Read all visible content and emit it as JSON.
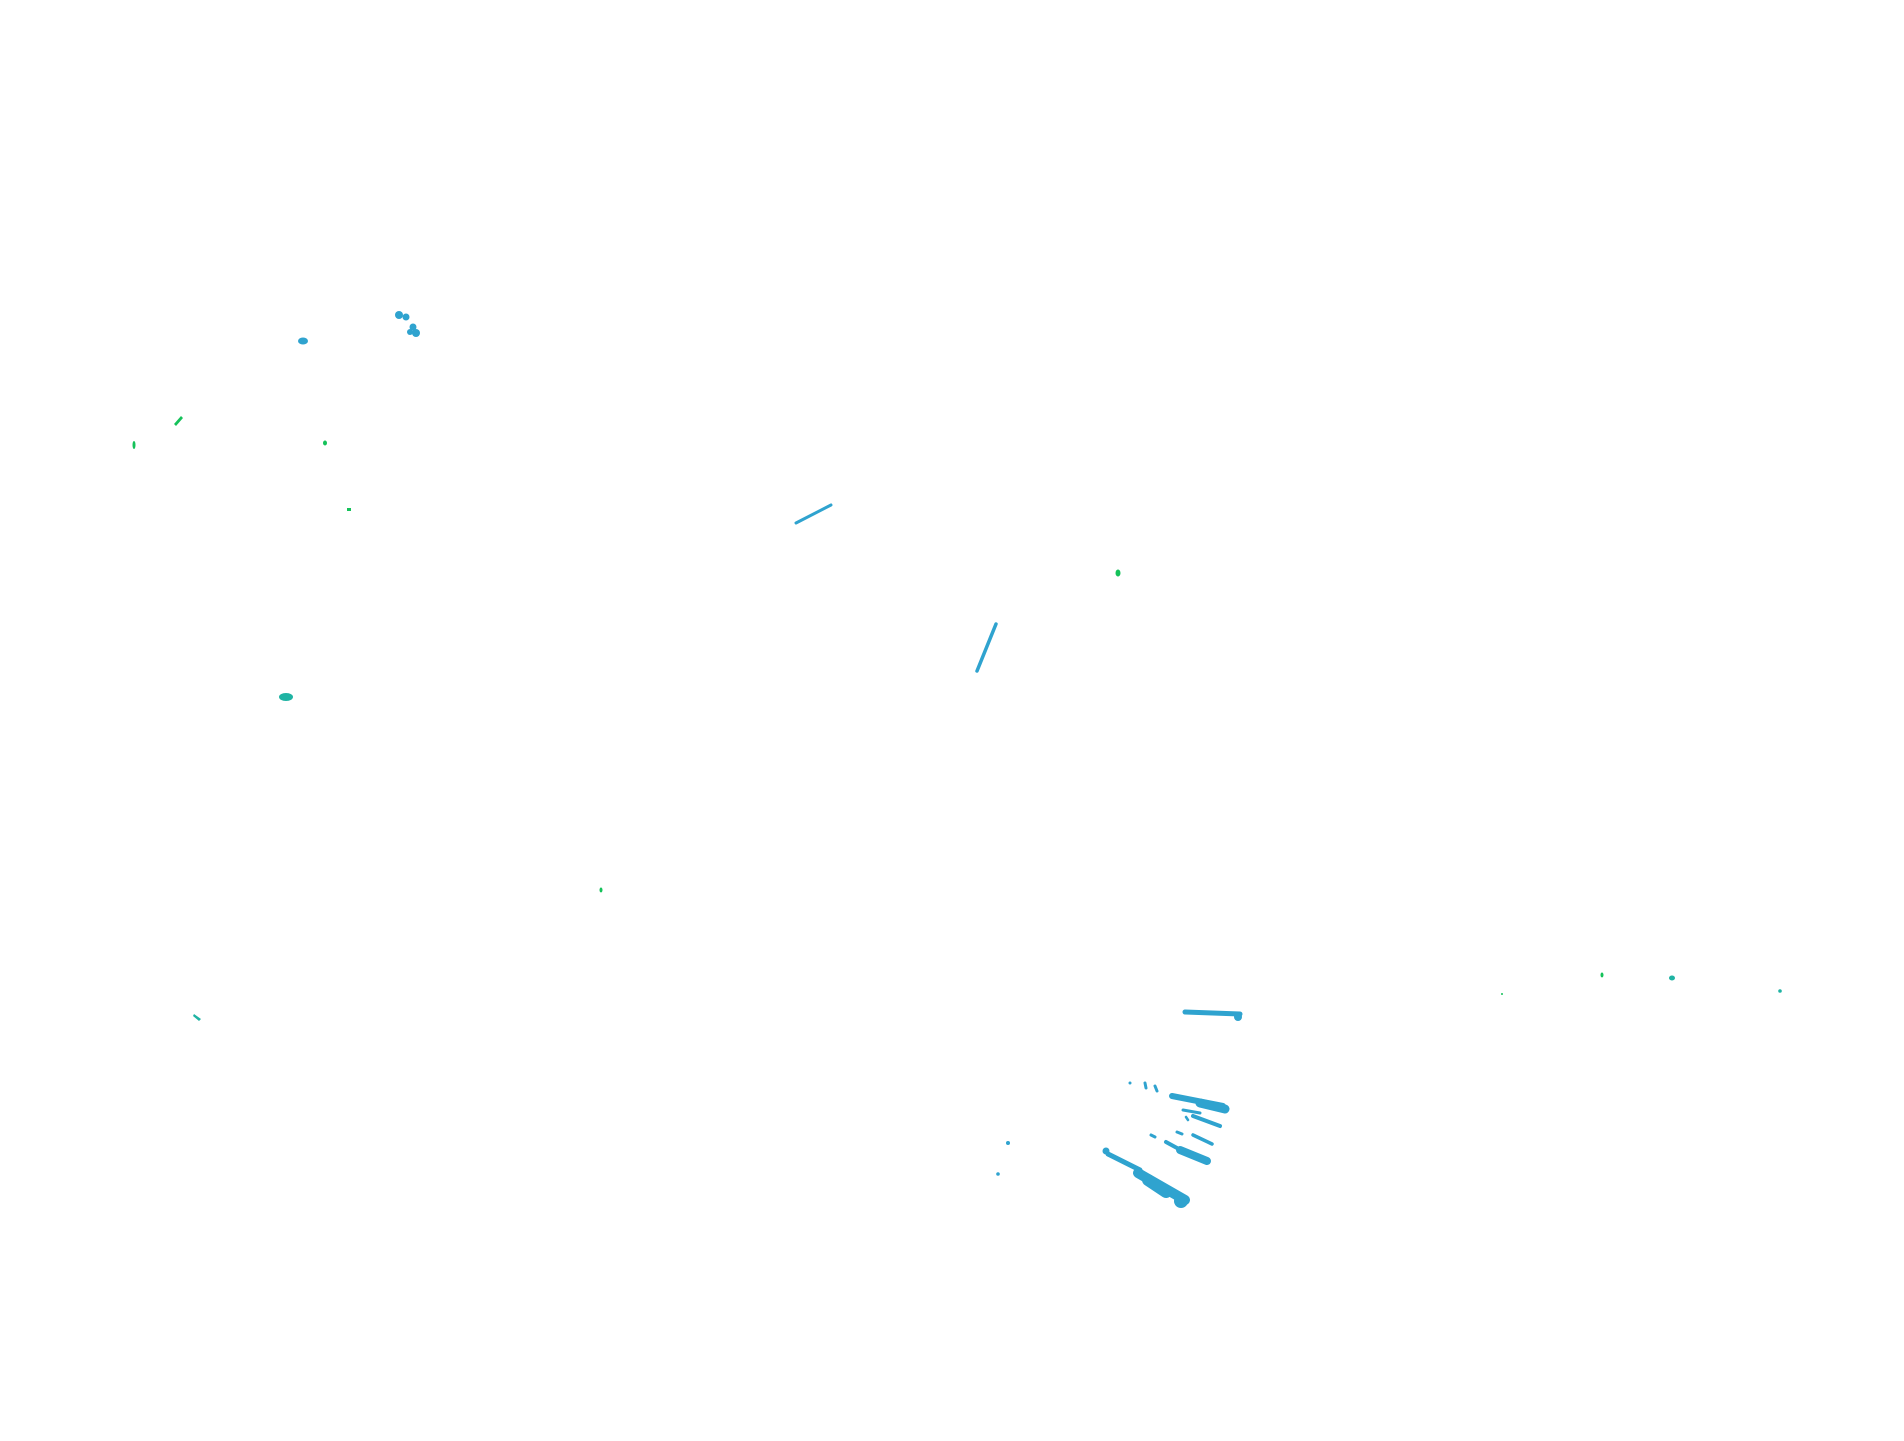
{
  "colors": {
    "background": "#ffffff",
    "blue": "#2fa3cf",
    "teal": "#1fb3a3",
    "green": "#15c25a"
  },
  "marks": [
    {
      "group": "blue-speck",
      "color": "blue"
    },
    {
      "group": "blue-stroke",
      "color": "blue"
    },
    {
      "group": "blue-streak",
      "color": "blue"
    },
    {
      "group": "green-speck",
      "color": "green"
    },
    {
      "group": "teal-speck",
      "color": "teal"
    }
  ]
}
